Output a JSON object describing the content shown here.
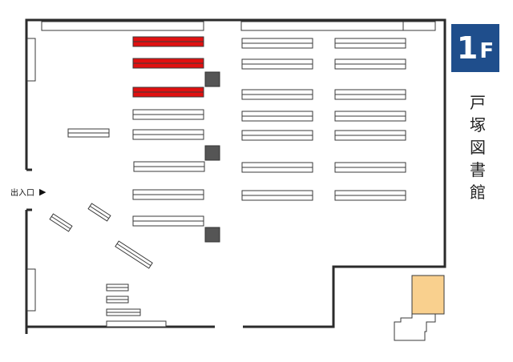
{
  "floor": {
    "number": "1",
    "letter": "F"
  },
  "library_name_chars": [
    "戸",
    "塚",
    "図",
    "書",
    "館"
  ],
  "entrance": {
    "label": "出入口",
    "arrow": "▶"
  },
  "colors": {
    "wall": "#2b2b2b",
    "shelf_stroke": "#3a3a3a",
    "highlight_shelf": "#e01010",
    "pillar": "#555555",
    "room_fill": "#f9d08e",
    "badge": "#1f4e8c"
  },
  "legend_icons": [
    "shelf-icon",
    "pillar-icon",
    "room-icon"
  ]
}
